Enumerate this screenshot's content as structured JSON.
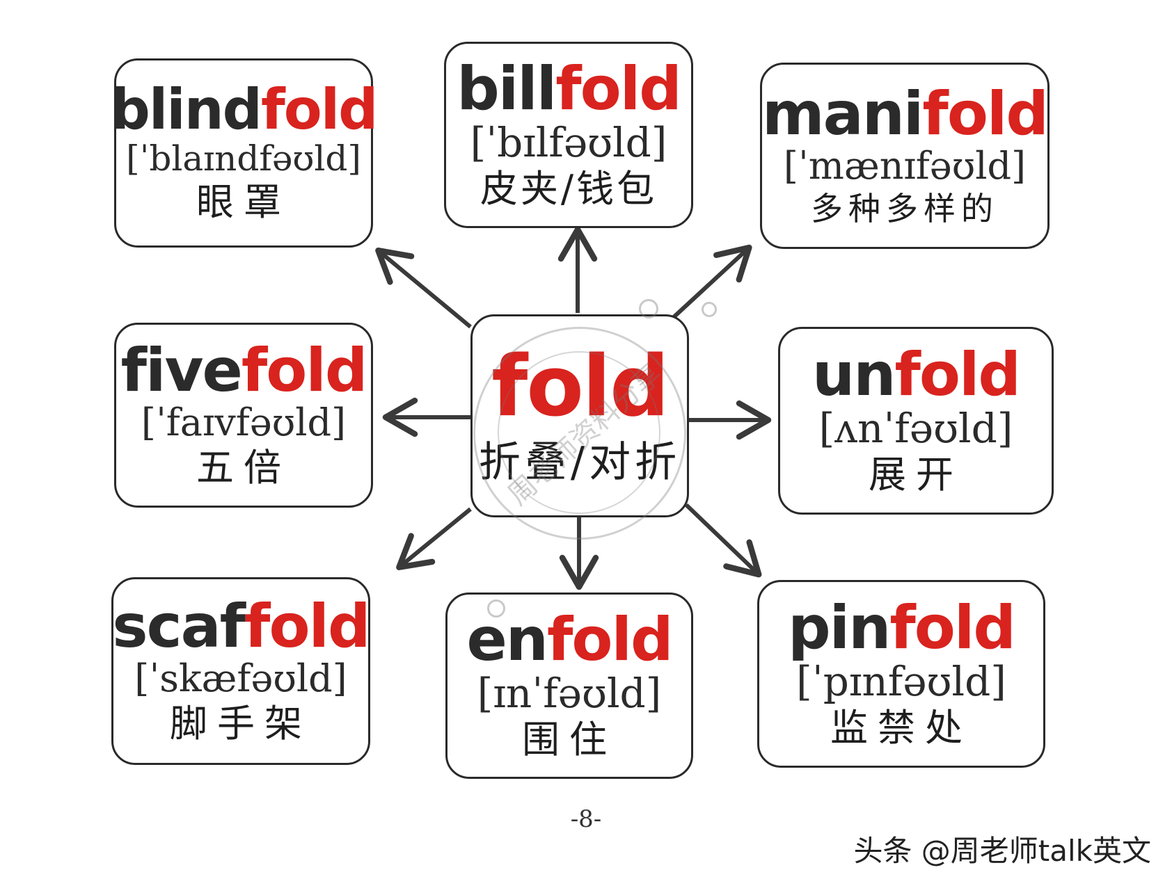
{
  "center": {
    "prefix": "",
    "root": "fold",
    "meaning": "折叠/对折"
  },
  "cards": [
    {
      "id": "blindfold",
      "prefix": "blind",
      "root": "fold",
      "ipa": "[ˈblaɪndfəʊld]",
      "meaning": "眼罩"
    },
    {
      "id": "billfold",
      "prefix": "bill",
      "root": "fold",
      "ipa": "[ˈbɪlfəʊld]",
      "meaning": "皮夹/钱包"
    },
    {
      "id": "manifold",
      "prefix": "mani",
      "root": "fold",
      "ipa": "[ˈmænɪfəʊld]",
      "meaning": "多种多样的"
    },
    {
      "id": "fivefold",
      "prefix": "five",
      "root": "fold",
      "ipa": "[ˈfaɪvfəʊld]",
      "meaning": "五倍"
    },
    {
      "id": "unfold",
      "prefix": "un",
      "root": "fold",
      "ipa": "[ʌnˈfəʊld]",
      "meaning": "展开"
    },
    {
      "id": "scaffold",
      "prefix": "scaf",
      "root": "fold",
      "ipa": "[ˈskæfəʊld]",
      "meaning": "脚手架"
    },
    {
      "id": "enfold",
      "prefix": "en",
      "root": "fold",
      "ipa": "[ɪnˈfəʊld]",
      "meaning": "围住"
    },
    {
      "id": "pinfold",
      "prefix": "pin",
      "root": "fold",
      "ipa": "[ˈpɪnfəʊld]",
      "meaning": "监禁处"
    }
  ],
  "watermark": "周老师资料分享",
  "page_number": "-8-",
  "source": "头条 @周老师talk英文",
  "colors": {
    "root": "#d9231e",
    "prefix": "#2b2b2b",
    "border": "#2a2a2a",
    "arrow": "#3a3a3a"
  }
}
